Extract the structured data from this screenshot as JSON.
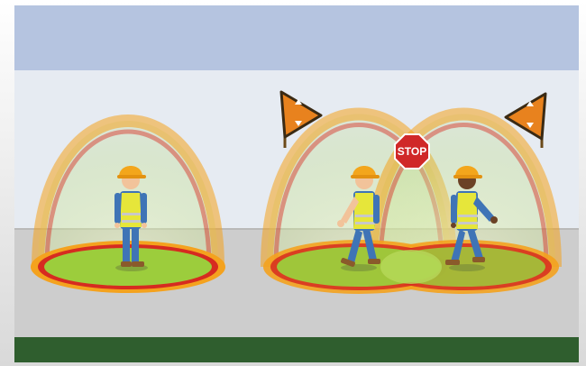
{
  "colors": {
    "sky": "#b5c4e0",
    "wall": "#e6ebf2",
    "ground": "#cdcdcd",
    "grass": "#2f5e2e",
    "zone_green": "#9ccd3c",
    "zone_orange": "#f4a21e",
    "zone_red": "#d62b20",
    "helmet": "#f3a61c",
    "vest": "#e6e63a",
    "jeans": "#3f74b6",
    "stop_sign": "#d02828"
  },
  "scene": {
    "stop_sign": {
      "label": "STOP",
      "icon": "octagon-stop-sign"
    },
    "warning_flags": [
      {
        "icon": "triangle-warning-flag",
        "facing": "left"
      },
      {
        "icon": "triangle-warning-flag",
        "facing": "right"
      }
    ],
    "workers": [
      {
        "pose": "standing",
        "icon": "worker-with-hard-hat"
      },
      {
        "pose": "walking",
        "icon": "worker-with-hard-hat"
      },
      {
        "pose": "walking",
        "icon": "worker-with-hard-hat"
      }
    ],
    "safety_zones": {
      "count": 3,
      "overlapping": 2
    }
  }
}
